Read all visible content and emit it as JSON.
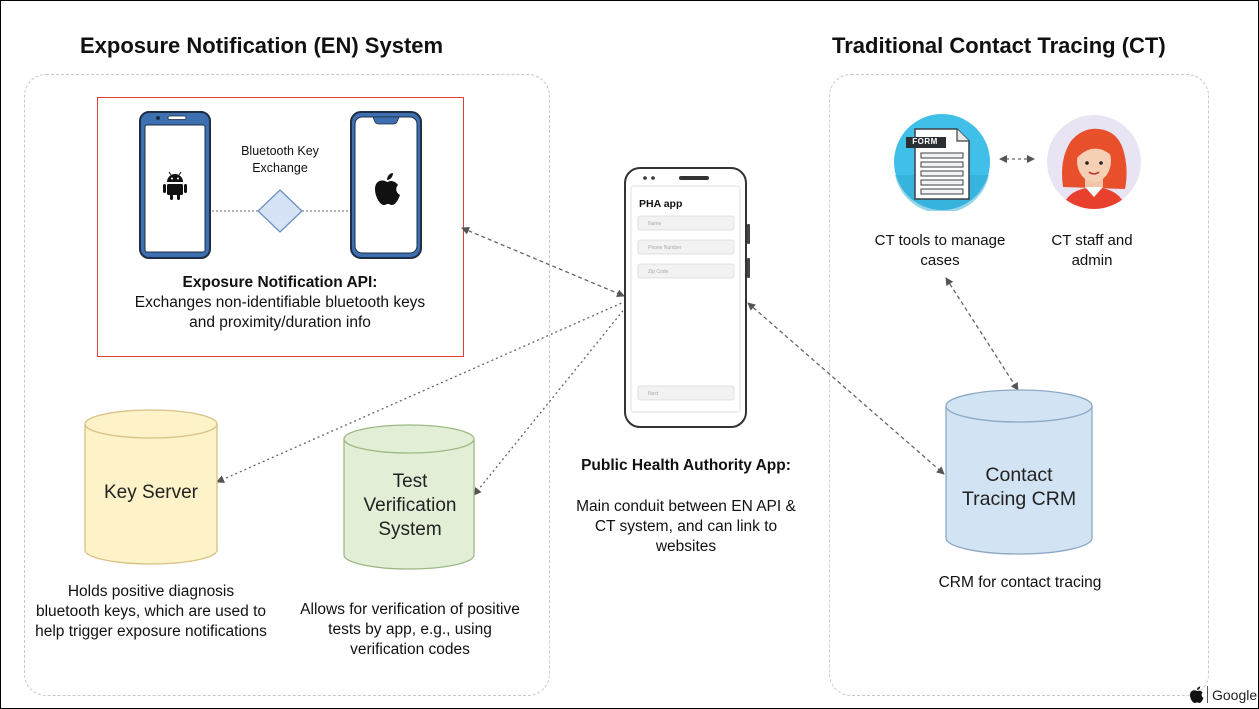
{
  "en_system": {
    "title": "Exposure Notification (EN) System",
    "key_exchange_label": "Bluetooth Key Exchange",
    "api_title": "Exposure Notification API:",
    "api_desc": "Exchanges non-identifiable bluetooth keys and proximity/duration info",
    "key_server_label": "Key Server",
    "key_server_desc": "Holds positive diagnosis bluetooth keys, which are used to help trigger exposure notifications",
    "test_verification_label": "Test Verification System",
    "test_verification_desc": "Allows for verification of positive tests by app, e.g., using verification codes"
  },
  "ct_system": {
    "title": "Traditional Contact Tracing (CT)",
    "form_label": "FORM",
    "tools_label": "CT tools to manage cases",
    "staff_label": "CT staff and admin",
    "crm_label": "Contact Tracing CRM",
    "crm_desc": "CRM for contact tracing"
  },
  "pha_app": {
    "screen_title": "PHA app",
    "field_name_placeholder": "Name",
    "field_phone_placeholder": "Phone Number",
    "field_zip_placeholder": "Zip Code",
    "next_button": "Next",
    "title": "Public Health Authority App:",
    "desc": "Main conduit between EN API & CT system, and can link to websites"
  },
  "footer": {
    "brand": "Google",
    "apple_logo": "apple-logo"
  },
  "colors": {
    "key_server_fill": "#fdf2c8",
    "key_server_stroke": "#d8c184",
    "test_fill": "#e2efd6",
    "test_stroke": "#9db884",
    "crm_fill": "#d2e3f3",
    "crm_stroke": "#8ea9c4",
    "api_border": "#e23b3b",
    "phone_blue": "#3e6fb0"
  }
}
